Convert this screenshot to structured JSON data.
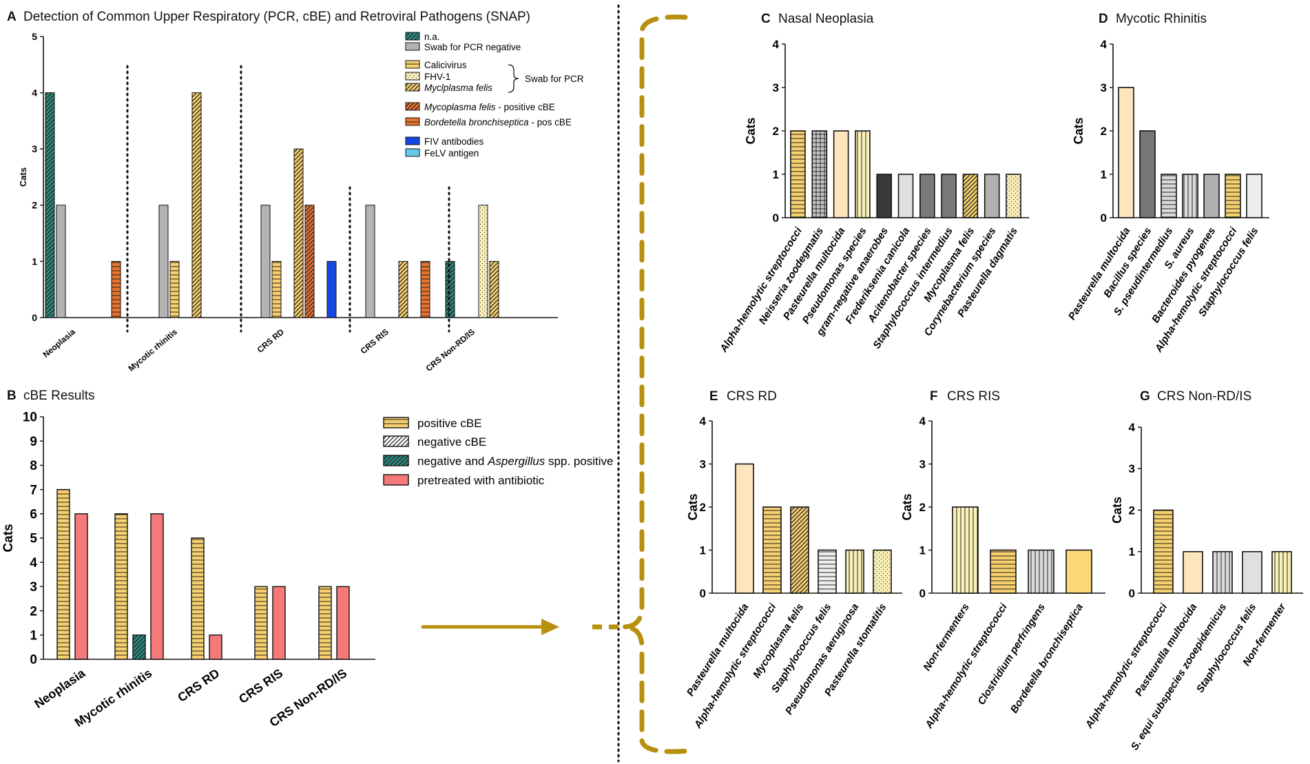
{
  "figure": {
    "panels": [
      {
        "id": "A",
        "letter": "A",
        "title": "Detection of Common Upper Respiratory (PCR, cBE) and Retroviral Pathogens (SNAP)"
      },
      {
        "id": "B",
        "letter": "B",
        "title": "cBE Results"
      },
      {
        "id": "C",
        "letter": "C",
        "title": "Nasal Neoplasia"
      },
      {
        "id": "D",
        "letter": "D",
        "title": "Mycotic Rhinitis"
      },
      {
        "id": "E",
        "letter": "E",
        "title": "CRS RD"
      },
      {
        "id": "F",
        "letter": "F",
        "title": "CRS RIS"
      },
      {
        "id": "G",
        "letter": "G",
        "title": "CRS Non-RD/IS"
      }
    ],
    "legend_a_group_label": "Swab for PCR",
    "colors": {
      "teal": "#2c8a80",
      "gray": "#b3b3b3",
      "yellow": "#f6cf6e",
      "lightyellow": "#fbf0b8",
      "orange": "#e8732e",
      "blue": "#1846e0",
      "lightblue": "#62cbe8",
      "salmon": "#f47979",
      "darkgray": "#3a3a3a",
      "midgray": "#777777",
      "cream": "#fde6bd",
      "lightgray": "#d9d9d9",
      "accent_arrow": "#b8900f"
    }
  },
  "chart_data": [
    {
      "id": "A",
      "type": "bar",
      "title": "Detection of Common Upper Respiratory (PCR, cBE) and Retroviral Pathogens (SNAP)",
      "ylabel": "Cats",
      "ylim": [
        0,
        5
      ],
      "yticks": [
        "0",
        "1",
        "2",
        "3",
        "4",
        "5"
      ],
      "categories": [
        "Neoplasia",
        "Mycotic rhinitis",
        "CRS RD",
        "CRS RIS",
        "CRS Non-RD/IS"
      ],
      "series": [
        {
          "name": "n.a.",
          "color": "#2c8a80",
          "pattern": "diag",
          "values": [
            4,
            0,
            0,
            0,
            1
          ]
        },
        {
          "name": "Swab for PCR negative",
          "color": "#b3b3b3",
          "pattern": "solid",
          "values": [
            2,
            2,
            2,
            2,
            0
          ]
        },
        {
          "name": "Calicivirus",
          "color": "#f6cf6e",
          "pattern": "hlines",
          "values": [
            0,
            1,
            1,
            0,
            0
          ]
        },
        {
          "name": "FHV-1",
          "color": "#fbf0b8",
          "pattern": "dots",
          "values": [
            0,
            0,
            0,
            0,
            2
          ]
        },
        {
          "name": "Myclplasma felis",
          "italic": true,
          "color": "#f6cf6e",
          "pattern": "diag",
          "values": [
            0,
            4,
            3,
            1,
            1
          ]
        },
        {
          "name": "Mycoplasma felis",
          "italic": true,
          "suffix": " - positive cBE",
          "color": "#e8732e",
          "pattern": "diag",
          "values": [
            0,
            0,
            2,
            0,
            0
          ]
        },
        {
          "name": "Bordetella bronchiseptica",
          "italic": true,
          "suffix": " - pos cBE",
          "color": "#e8732e",
          "pattern": "hlines",
          "values": [
            1,
            0,
            0,
            1,
            0
          ]
        },
        {
          "name": "FIV antibodies",
          "color": "#1846e0",
          "pattern": "solid",
          "values": [
            0,
            0,
            1,
            0,
            0
          ]
        },
        {
          "name": "FeLV antigen",
          "color": "#62cbe8",
          "pattern": "solid",
          "values": [
            0,
            0,
            0,
            0,
            0
          ]
        }
      ],
      "legend": "top-right",
      "grid": false
    },
    {
      "id": "B",
      "type": "bar",
      "title": "cBE Results",
      "ylabel": "Cats",
      "ylim": [
        0,
        10
      ],
      "yticks": [
        "0",
        "1",
        "2",
        "3",
        "4",
        "5",
        "6",
        "7",
        "8",
        "9",
        "10"
      ],
      "categories": [
        "Neoplasia",
        "Mycotic rhinitis",
        "CRS RD",
        "CRS RIS",
        "CRS Non-RD/IS"
      ],
      "series": [
        {
          "name": "positive cBE",
          "color": "#f6cf6e",
          "pattern": "hlines",
          "values": [
            7,
            6,
            5,
            3,
            3
          ]
        },
        {
          "name": "negative cBE",
          "color": "#ffffff",
          "pattern": "diag",
          "values": [
            0,
            0,
            0,
            0,
            0
          ]
        },
        {
          "name": "negative and Aspergillus spp. positive",
          "prefix": "negative and ",
          "italic_part": "Aspergillus",
          "suffix": " spp. positive",
          "color": "#2c8a80",
          "pattern": "diag",
          "values": [
            0,
            1,
            0,
            0,
            0
          ]
        },
        {
          "name": "pretreated with antibiotic",
          "color": "#f47979",
          "pattern": "solid",
          "values": [
            6,
            6,
            1,
            3,
            3
          ]
        }
      ],
      "legend": "right",
      "grid": false
    },
    {
      "id": "C",
      "type": "bar",
      "title": "Nasal Neoplasia",
      "ylabel": "Cats",
      "ylim": [
        0,
        4
      ],
      "yticks": [
        "0",
        "1",
        "2",
        "3",
        "4"
      ],
      "bars": [
        {
          "label": "Alpha-hemolytic streptococci",
          "value": 2,
          "color": "#f6cf6e",
          "pattern": "hlines"
        },
        {
          "label": "Neisseria zoodegmatis",
          "value": 2,
          "color": "#c8c8c8",
          "pattern": "grid"
        },
        {
          "label": "Pasteurella multocida",
          "value": 2,
          "color": "#fde6bd",
          "pattern": "solid"
        },
        {
          "label": "Pseudomonas species",
          "value": 2,
          "color": "#fbf0b8",
          "pattern": "vlines"
        },
        {
          "label": "gram-negative anaerobes",
          "value": 1,
          "color": "#3a3a3a",
          "pattern": "solid"
        },
        {
          "label": "Frederiksenia canicola",
          "value": 1,
          "color": "#e0e0e0",
          "pattern": "solid"
        },
        {
          "label": "Acitenobacter species",
          "value": 1,
          "color": "#7a7a7a",
          "pattern": "solid"
        },
        {
          "label": "Staphylococcus intermedius",
          "value": 1,
          "color": "#7a7a7a",
          "pattern": "solid"
        },
        {
          "label": "Mycoplasma felis",
          "value": 1,
          "color": "#f6cf6e",
          "pattern": "diag"
        },
        {
          "label": "Corynebacterium species",
          "value": 1,
          "color": "#b0b0b0",
          "pattern": "solid"
        },
        {
          "label": "Pasteurella dagmatis",
          "value": 1,
          "color": "#fbf0b8",
          "pattern": "dots"
        }
      ]
    },
    {
      "id": "D",
      "type": "bar",
      "title": "Mycotic Rhinitis",
      "ylabel": "Cats",
      "ylim": [
        0,
        4
      ],
      "yticks": [
        "0",
        "1",
        "2",
        "3",
        "4"
      ],
      "bars": [
        {
          "label": "Pasteurella multocida",
          "value": 3,
          "color": "#fde6bd",
          "pattern": "solid"
        },
        {
          "label": "Bacillus species",
          "value": 2,
          "color": "#777777",
          "pattern": "solid"
        },
        {
          "label": "S. pseudintermedius",
          "value": 1,
          "color": "#d9d9d9",
          "pattern": "hlines"
        },
        {
          "label": "S. aureus",
          "value": 1,
          "color": "#d9d9d9",
          "pattern": "vlines"
        },
        {
          "label": "Bacteroides pyogenes",
          "value": 1,
          "color": "#b0b0b0",
          "pattern": "solid"
        },
        {
          "label": "Alpha-hemolytic streptococci",
          "value": 1,
          "color": "#f6cf6e",
          "pattern": "hlines"
        },
        {
          "label": "Staphylococcus felis",
          "value": 1,
          "color": "#ededed",
          "pattern": "solid"
        }
      ]
    },
    {
      "id": "E",
      "type": "bar",
      "title": "CRS RD",
      "ylabel": "Cats",
      "ylim": [
        0,
        4
      ],
      "yticks": [
        "0",
        "1",
        "2",
        "3",
        "4"
      ],
      "bars": [
        {
          "label": "Pasteurella multocida",
          "value": 3,
          "color": "#fde6bd",
          "pattern": "solid"
        },
        {
          "label": "Alpha-hemolytic streptococci",
          "value": 2,
          "color": "#f6cf6e",
          "pattern": "hlines"
        },
        {
          "label": "Mycoplasma felis",
          "value": 2,
          "color": "#f6cf6e",
          "pattern": "diag"
        },
        {
          "label": "Staphylococcus felis",
          "value": 1,
          "color": "#ededed",
          "pattern": "hlines"
        },
        {
          "label": "Pseudomonas aeruginosa",
          "value": 1,
          "color": "#fbf0b8",
          "pattern": "vlines"
        },
        {
          "label": "Pasteurella stomatitis",
          "value": 1,
          "color": "#fbf0b8",
          "pattern": "dots"
        }
      ]
    },
    {
      "id": "F",
      "type": "bar",
      "title": "CRS RIS",
      "ylabel": "Cats",
      "ylim": [
        0,
        4
      ],
      "yticks": [
        "0",
        "1",
        "2",
        "3",
        "4"
      ],
      "bars": [
        {
          "label": "Non-fermenters",
          "value": 2,
          "color": "#fbf0b8",
          "pattern": "vlines"
        },
        {
          "label": "Alpha-hemolytic streptococci",
          "value": 1,
          "color": "#f6cf6e",
          "pattern": "hlines"
        },
        {
          "label": "Clostridium perfringens",
          "value": 1,
          "color": "#d9d9d9",
          "pattern": "vlines"
        },
        {
          "label": "Bordetella bronchiseptica",
          "value": 1,
          "color": "#fcd778",
          "pattern": "solid"
        }
      ]
    },
    {
      "id": "G",
      "type": "bar",
      "title": "CRS Non-RD/IS",
      "ylabel": "Cats",
      "ylim": [
        0,
        4
      ],
      "yticks": [
        "0",
        "1",
        "2",
        "3",
        "4"
      ],
      "bars": [
        {
          "label": "Alpha-hemolytic streptococci",
          "value": 2,
          "color": "#f6cf6e",
          "pattern": "hlines"
        },
        {
          "label": "Pasteurella multocida",
          "value": 1,
          "color": "#fde6bd",
          "pattern": "solid"
        },
        {
          "label": "S. equi subspecies zooepidemicus",
          "value": 1,
          "color": "#d9d9d9",
          "pattern": "vlines"
        },
        {
          "label": "Staphylococcus felis",
          "value": 1,
          "color": "#e0e0e0",
          "pattern": "solid"
        },
        {
          "label": "Non-fermenter",
          "value": 1,
          "color": "#fbf0b8",
          "pattern": "vlines"
        }
      ]
    }
  ]
}
